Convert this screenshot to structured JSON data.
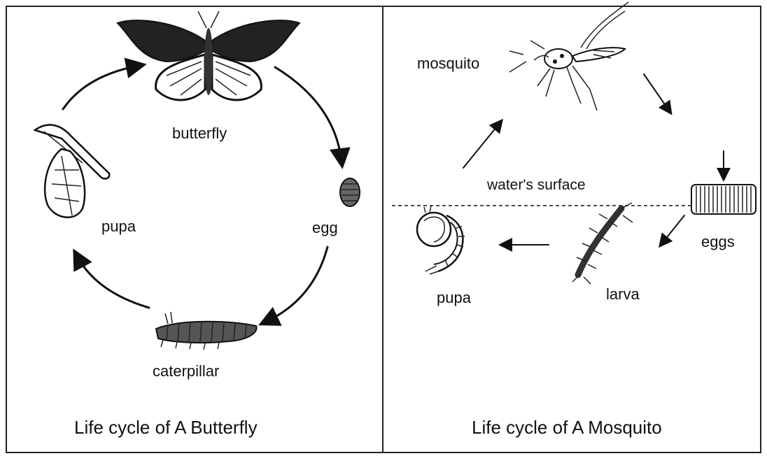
{
  "butterfly_panel": {
    "title": "Life cycle of A Butterfly",
    "stages": {
      "butterfly": "butterfly",
      "egg": "egg",
      "caterpillar": "caterpillar",
      "pupa": "pupa"
    }
  },
  "mosquito_panel": {
    "title": "Life cycle of A Mosquito",
    "water_label": "water's surface",
    "stages": {
      "mosquito": "mosquito",
      "eggs": "eggs",
      "larva": "larva",
      "pupa": "pupa"
    }
  }
}
